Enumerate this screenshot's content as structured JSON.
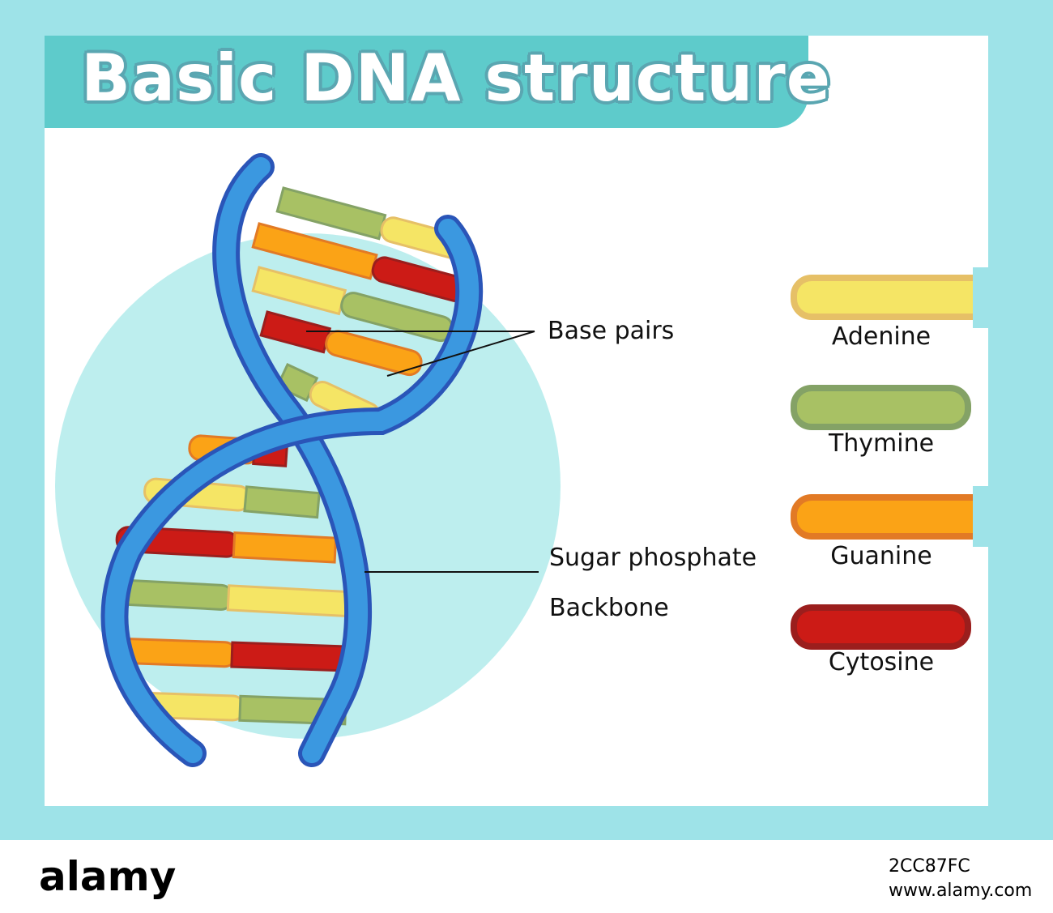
{
  "title": "Basic DNA structure",
  "labels": {
    "base_pairs": "Base pairs",
    "sugar_phosphate": "Sugar phosphate",
    "backbone": "Backbone"
  },
  "legend": [
    {
      "name": "Adenine",
      "color": "#f5e565",
      "edge": "#e6c067"
    },
    {
      "name": "Thymine",
      "color": "#a8c164",
      "edge": "#84a266"
    },
    {
      "name": "Guanine",
      "color": "#fba316",
      "edge": "#e27a25"
    },
    {
      "name": "Cytosine",
      "color": "#cc1b16",
      "edge": "#9b1e1d"
    }
  ],
  "colors": {
    "frame": "#9ee3e8",
    "banner": "#5ecbcb",
    "backbone": "#3b98e0",
    "backbone_edge": "#2a55b8",
    "circle": "#bdeeee"
  },
  "watermark": {
    "logo": "alamy",
    "image_id": "2CC87FC",
    "site": "www.alamy.com"
  }
}
